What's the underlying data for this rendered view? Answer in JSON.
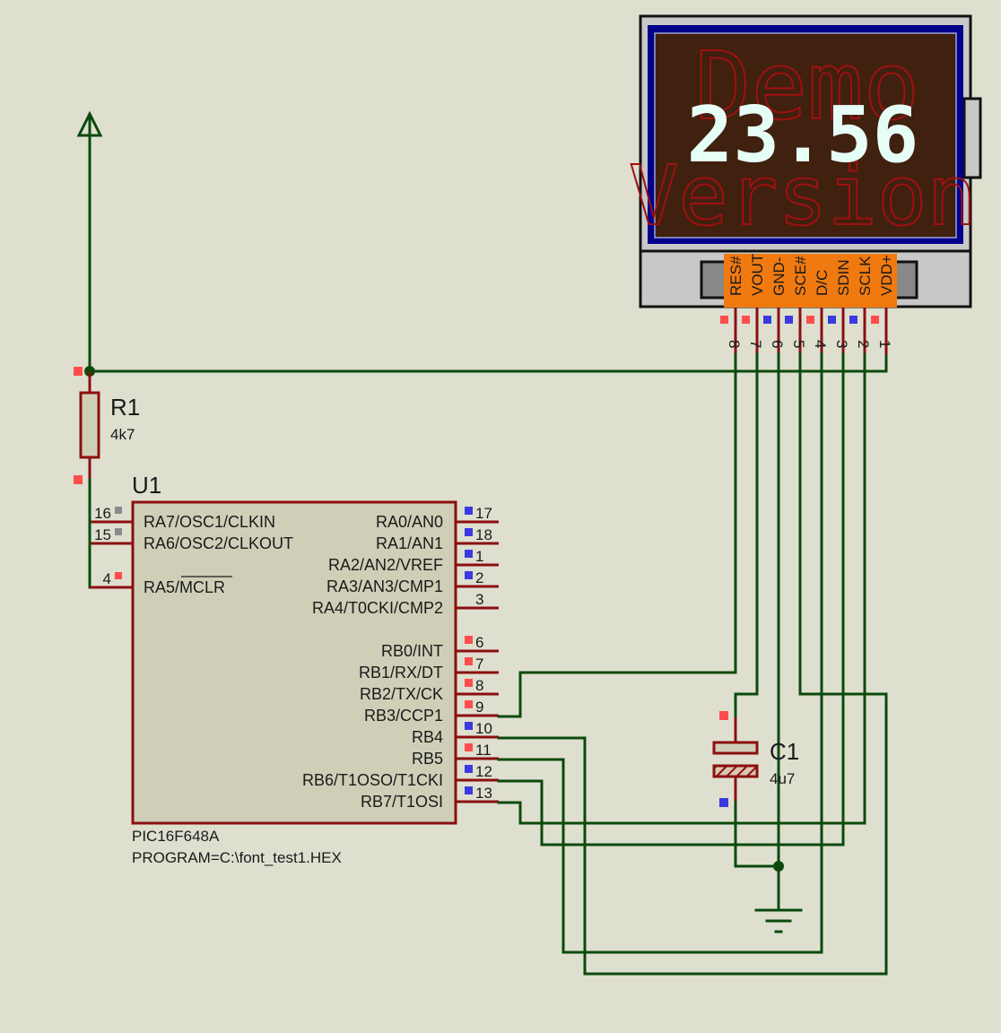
{
  "colors": {
    "background": "#dfdfd0",
    "wire": "#0b4a0b",
    "pin_line": "#8b0f0f",
    "chip_body": "#cfcfb8",
    "state_high": "#ff4d4d",
    "state_low": "#3a3ae0",
    "state_float": "#8a8a8a",
    "lcd_screen": "#40200f",
    "lcd_frame_blue": "#00008b",
    "lcd_connector": "#f07a10"
  },
  "power": {
    "terminal_icon": "power-arrow-icon"
  },
  "r1": {
    "ref": "R1",
    "value": "4k7"
  },
  "c1": {
    "ref": "C1",
    "value": "4u7"
  },
  "ground": {
    "icon": "ground-icon"
  },
  "u1": {
    "ref": "U1",
    "part": "PIC16F648A",
    "program": "PROGRAM=C:\\font_test1.HEX",
    "left_pins": [
      {
        "num": "16",
        "name": "RA7/OSC1/CLKIN",
        "state": "float"
      },
      {
        "num": "15",
        "name": "RA6/OSC2/CLKOUT",
        "state": "float"
      },
      {
        "num": "4",
        "name": "RA5/MCLR",
        "state": "high",
        "overline": "MCLR"
      }
    ],
    "right_pins": [
      {
        "num": "17",
        "name": "RA0/AN0",
        "state": "low"
      },
      {
        "num": "18",
        "name": "RA1/AN1",
        "state": "low"
      },
      {
        "num": "1",
        "name": "RA2/AN2/VREF",
        "state": "low"
      },
      {
        "num": "2",
        "name": "RA3/AN3/CMP1",
        "state": "low"
      },
      {
        "num": "3",
        "name": "RA4/T0CKI/CMP2",
        "state": "none"
      },
      {
        "num": "6",
        "name": "RB0/INT",
        "state": "high"
      },
      {
        "num": "7",
        "name": "RB1/RX/DT",
        "state": "high"
      },
      {
        "num": "8",
        "name": "RB2/TX/CK",
        "state": "high"
      },
      {
        "num": "9",
        "name": "RB3/CCP1",
        "state": "high"
      },
      {
        "num": "10",
        "name": "RB4",
        "state": "low"
      },
      {
        "num": "11",
        "name": "RB5",
        "state": "high"
      },
      {
        "num": "12",
        "name": "RB6/T1OSO/T1CKI",
        "state": "low"
      },
      {
        "num": "13",
        "name": "RB7/T1OSI",
        "state": "low"
      }
    ]
  },
  "lcd": {
    "display_bg_text_1": "Demo",
    "display_bg_text_2": "Version",
    "display_value": "23.56",
    "pins": [
      {
        "num": "8",
        "name": "RES#",
        "state": "high"
      },
      {
        "num": "7",
        "name": "VOUT",
        "state": "high"
      },
      {
        "num": "6",
        "name": "GND-",
        "state": "low"
      },
      {
        "num": "5",
        "name": "SCE#",
        "state": "low"
      },
      {
        "num": "4",
        "name": "D/C",
        "state": "high"
      },
      {
        "num": "3",
        "name": "SDIN",
        "state": "low"
      },
      {
        "num": "2",
        "name": "SCLK",
        "state": "low"
      },
      {
        "num": "1",
        "name": "VDD+",
        "state": "high"
      }
    ]
  }
}
